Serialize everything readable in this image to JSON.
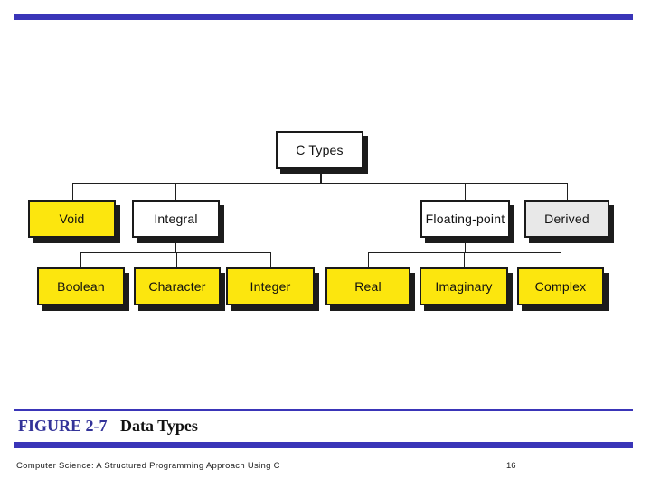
{
  "accent_color": "#3a35b8",
  "diagram": {
    "root": {
      "label": "C Types"
    },
    "level2": [
      {
        "label": "Void",
        "style": "yellow"
      },
      {
        "label": "Integral",
        "style": "white"
      },
      {
        "label": "Floating-point",
        "style": "white"
      },
      {
        "label": "Derived",
        "style": "gray"
      }
    ],
    "level3": [
      {
        "label": "Boolean",
        "style": "yellow"
      },
      {
        "label": "Character",
        "style": "yellow"
      },
      {
        "label": "Integer",
        "style": "yellow"
      },
      {
        "label": "Real",
        "style": "yellow"
      },
      {
        "label": "Imaginary",
        "style": "yellow"
      },
      {
        "label": "Complex",
        "style": "yellow"
      }
    ],
    "colors": {
      "highlight_fill": "#fce60e",
      "plain_fill": "#ffffff",
      "derived_fill": "#e8e8e8",
      "border": "#1a1a1a",
      "shadow": "#1c1c1c"
    }
  },
  "caption": {
    "figure_label": "FIGURE 2-7",
    "figure_title": "Data Types",
    "label_color": "#333399"
  },
  "footer": {
    "book_title": "Computer Science: A Structured Programming Approach Using C",
    "page_number": "16"
  }
}
